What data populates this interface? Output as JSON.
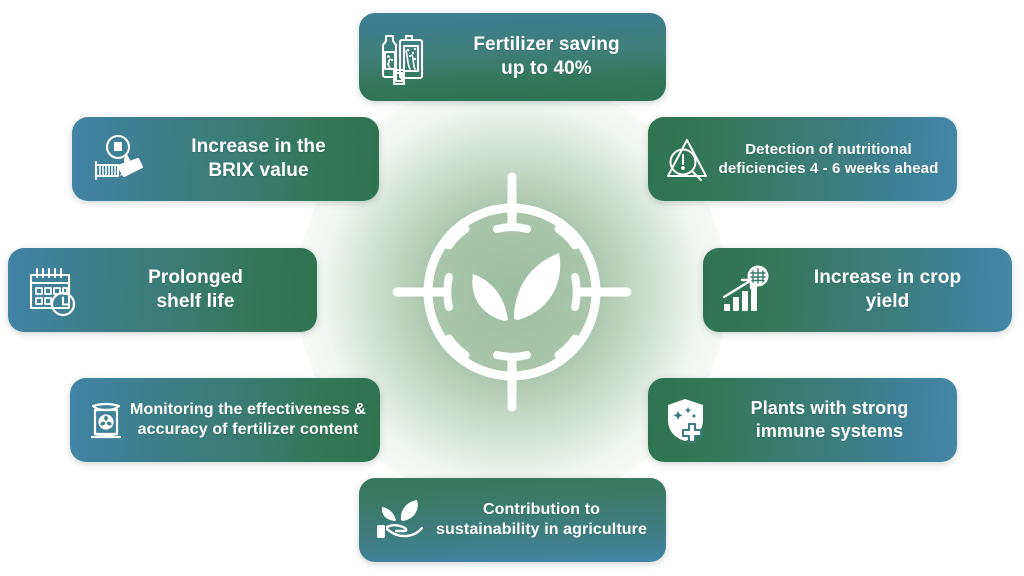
{
  "graphic": {
    "type": "benefits-radial-infographic",
    "background_color": "#ffffff",
    "center": {
      "icon": "crosshair-target-with-leaves-icon",
      "glow_color": "#96ba9b",
      "mark_color": "#ffffff"
    },
    "palette": {
      "blue_teal": "#4184a4",
      "green": "#2e7352",
      "card_text": "#ffffff"
    }
  },
  "cards": [
    {
      "id": "fertilizer-saving",
      "icon": "fertilizer-bottle-canister-icon",
      "lines": [
        "Fertilizer saving",
        "up to 40%"
      ],
      "gradient": "blue-top-green-bottom"
    },
    {
      "id": "brix-value",
      "icon": "refractometer-magnifier-icon",
      "lines": [
        "Increase in the",
        "BRIX value"
      ],
      "gradient": "blue-left-green-right"
    },
    {
      "id": "nutritional-deficiency-detection",
      "icon": "warning-triangle-magnifier-icon",
      "lines": [
        "Detection of nutritional",
        "deficiencies 4 - 6 weeks ahead"
      ],
      "gradient": "green-left-blue-right"
    },
    {
      "id": "shelf-life",
      "icon": "calendar-clock-icon",
      "lines": [
        "Prolonged",
        "shelf life"
      ],
      "gradient": "blue-left-green-right"
    },
    {
      "id": "crop-yield",
      "icon": "bar-chart-arrow-wheat-icon",
      "lines": [
        "Increase in crop",
        "yield"
      ],
      "gradient": "green-left-blue-right"
    },
    {
      "id": "fertilizer-monitoring",
      "icon": "fertilizer-sack-icon",
      "lines": [
        "Monitoring the effectiveness &",
        "accuracy of fertilizer content"
      ],
      "gradient": "blue-left-green-right"
    },
    {
      "id": "plant-immunity",
      "icon": "shield-medical-cross-icon",
      "lines": [
        "Plants with strong",
        "immune systems"
      ],
      "gradient": "green-left-blue-right"
    },
    {
      "id": "sustainability",
      "icon": "hand-holding-leaves-icon",
      "lines": [
        "Contribution to",
        "sustainability in agriculture"
      ],
      "gradient": "green-top-blue-bottom"
    }
  ]
}
